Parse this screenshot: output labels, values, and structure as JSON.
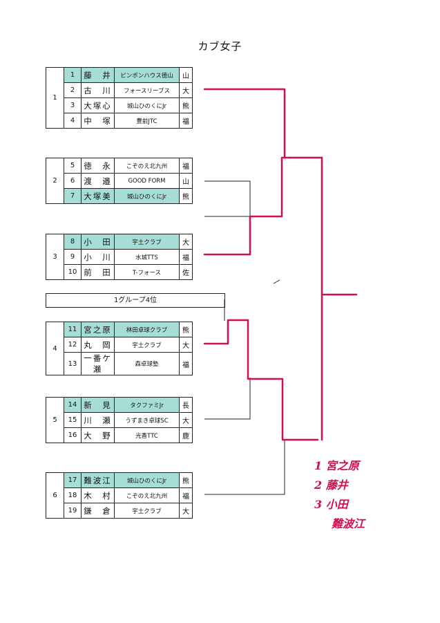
{
  "title": "カブ女子",
  "placeholder": "1グループ4位",
  "colors": {
    "highlight": "#a6ddd6",
    "pen": "#d0104c"
  },
  "groups": [
    {
      "label": "1",
      "rows": [
        {
          "no": "1",
          "name": "藤　井",
          "club": "ピンポンハウス徳山",
          "pref": "山",
          "highlight": true
        },
        {
          "no": "2",
          "name": "古　川",
          "club": "フォースリーブス",
          "pref": "大"
        },
        {
          "no": "3",
          "name": "大塚心",
          "club": "城山ひのくにJr",
          "pref": "熊"
        },
        {
          "no": "4",
          "name": "中　塚",
          "club": "豊前JTC",
          "pref": "福"
        }
      ]
    },
    {
      "label": "2",
      "rows": [
        {
          "no": "5",
          "name": "徳　永",
          "club": "こぞのえ北九州",
          "pref": "福"
        },
        {
          "no": "6",
          "name": "渡　邉",
          "club": "GOOD FORM",
          "pref": "山"
        },
        {
          "no": "7",
          "name": "大塚美",
          "club": "城山ひのくにJr",
          "pref": "熊",
          "highlight": true
        }
      ]
    },
    {
      "label": "3",
      "rows": [
        {
          "no": "8",
          "name": "小　田",
          "club": "宇土クラブ",
          "pref": "大",
          "highlight": true
        },
        {
          "no": "9",
          "name": "小　川",
          "club": "水城TTS",
          "pref": "福"
        },
        {
          "no": "10",
          "name": "前　田",
          "club": "T-フォース",
          "pref": "佐"
        }
      ]
    },
    {
      "label": "4",
      "rows": [
        {
          "no": "11",
          "name": "宮之原",
          "club": "林田卓球クラブ",
          "pref": "熊",
          "highlight": true
        },
        {
          "no": "12",
          "name": "丸　岡",
          "club": "宇土クラブ",
          "pref": "大"
        },
        {
          "no": "13",
          "name": "一番ケ瀬",
          "club": "森卓球塾",
          "pref": "福"
        }
      ]
    },
    {
      "label": "5",
      "rows": [
        {
          "no": "14",
          "name": "新　見",
          "club": "タクファミJr",
          "pref": "長",
          "highlight": true
        },
        {
          "no": "15",
          "name": "川　瀬",
          "club": "うずまき卓球SC",
          "pref": "大"
        },
        {
          "no": "16",
          "name": "大　野",
          "club": "光香TTC",
          "pref": "鹿"
        }
      ]
    },
    {
      "label": "6",
      "rows": [
        {
          "no": "17",
          "name": "難波江",
          "club": "城山ひのくにJr",
          "pref": "熊",
          "highlight": true
        },
        {
          "no": "18",
          "name": "木　村",
          "club": "こぞのえ北九州",
          "pref": "福"
        },
        {
          "no": "19",
          "name": "鎌　倉",
          "club": "宇土クラブ",
          "pref": "大"
        }
      ]
    }
  ],
  "handwritten_results": [
    {
      "rank": "1",
      "name": "宮之原"
    },
    {
      "rank": "2",
      "name": "藤井"
    },
    {
      "rank": "3",
      "name": "小田"
    },
    {
      "rank": "",
      "name": "難波江"
    }
  ]
}
